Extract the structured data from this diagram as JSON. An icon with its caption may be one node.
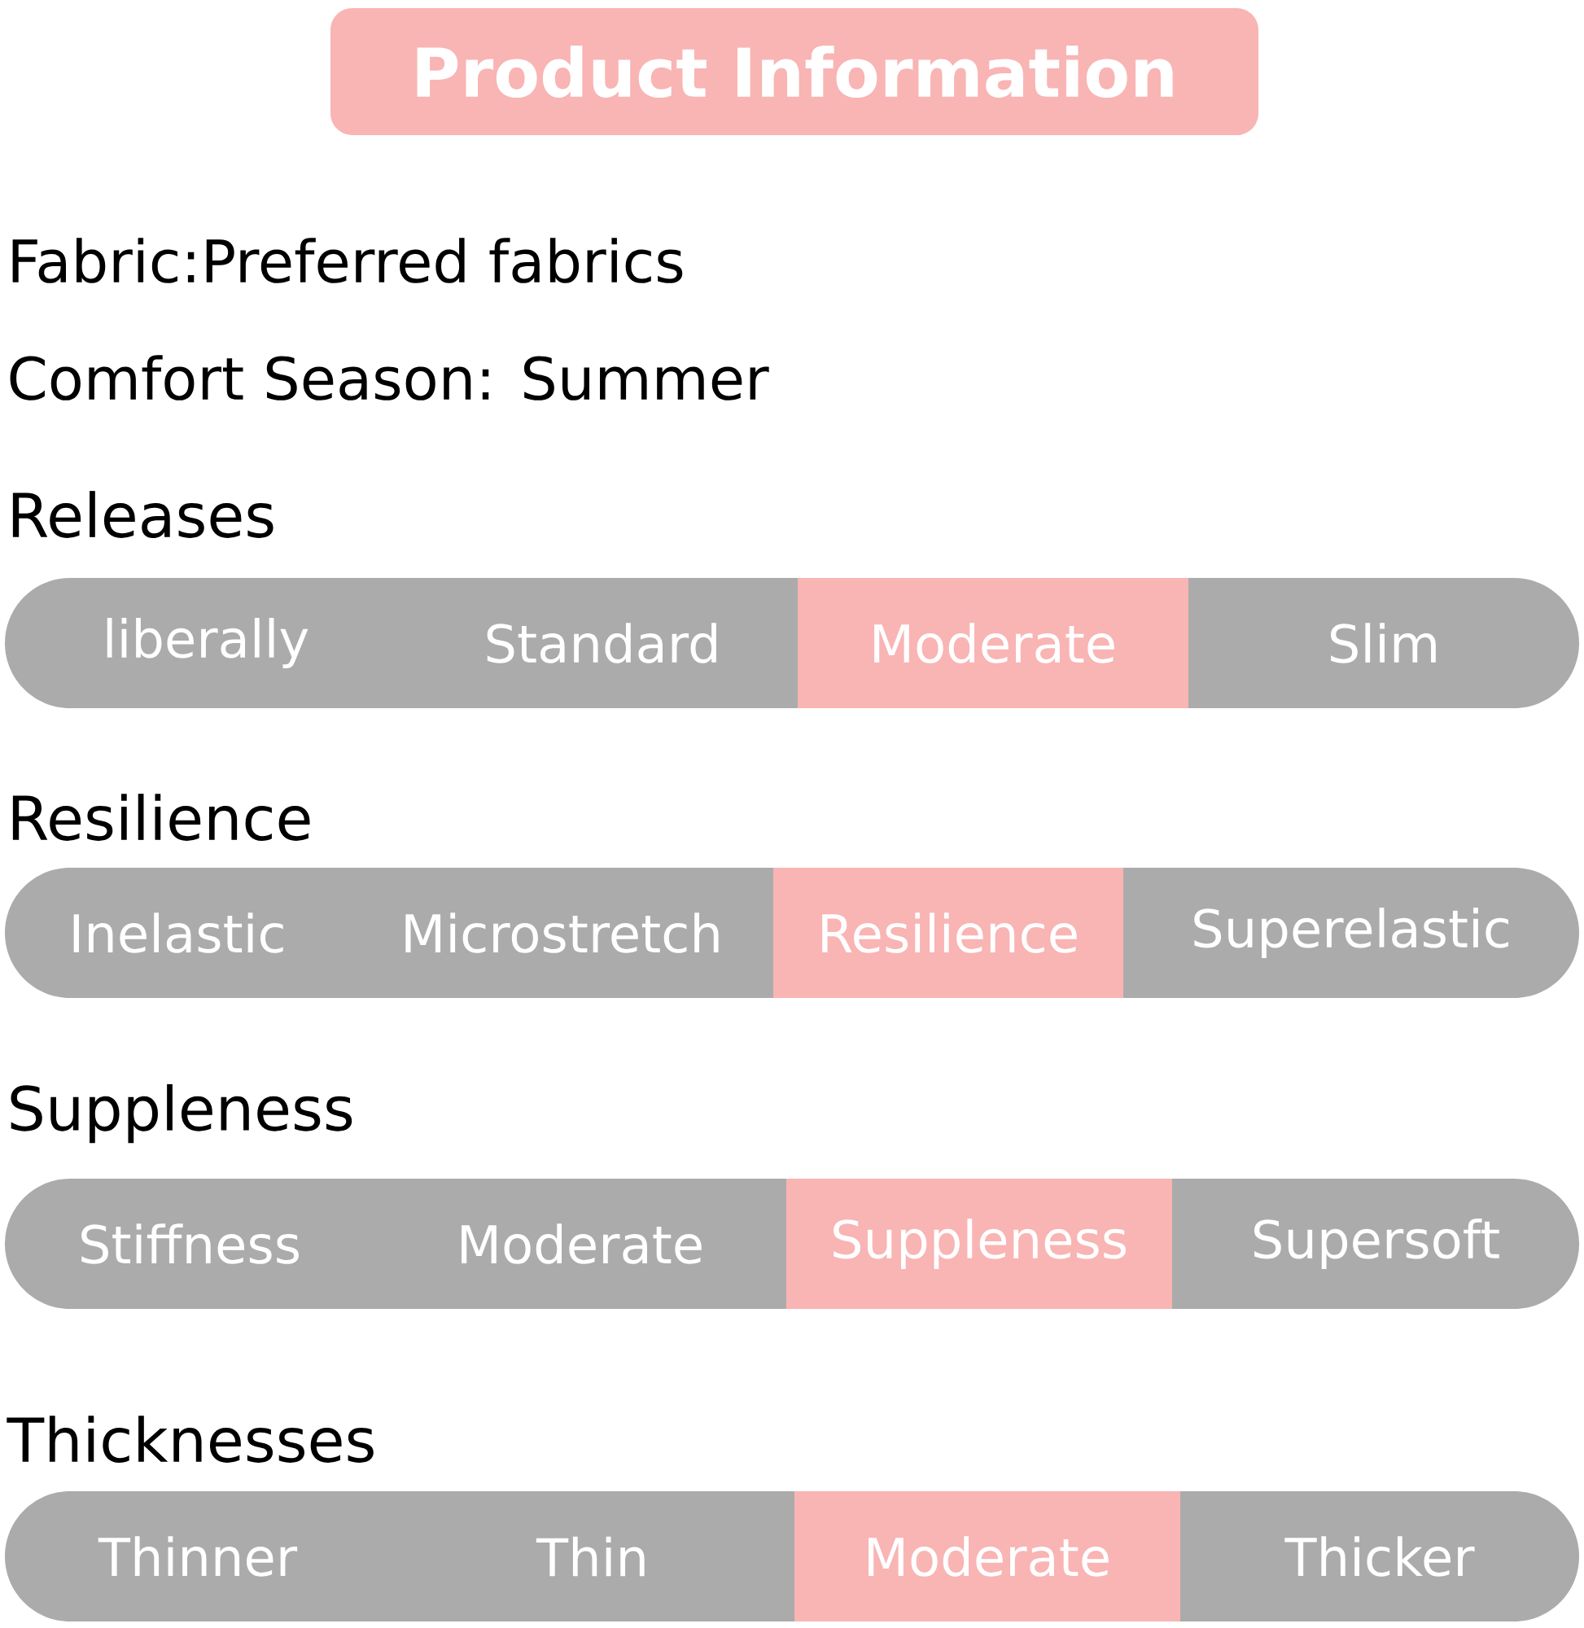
{
  "diagram": {
    "title": "Product Information",
    "nodes": [
      {
        "text": [
          "Releases"
        ]
      },
      {
        "text": [
          "liberally"
        ],
        "in": 0
      },
      {
        "text": [
          "Standard"
        ],
        "in": 0
      },
      {
        "text": [
          "Moderate"
        ],
        "in": 0
      },
      {
        "text": [
          "Slim"
        ],
        "in": 0
      },
      {
        "text": [
          "Resilience"
        ]
      },
      {
        "text": [
          "Inelastic"
        ],
        "in": 5
      },
      {
        "text": [
          "Microstretch"
        ],
        "in": 5
      },
      {
        "text": [
          "Resilience"
        ],
        "in": 5
      },
      {
        "text": [
          "Superelastic"
        ],
        "in": 5
      },
      {
        "text": [
          "Suppleness"
        ]
      },
      {
        "text": [
          "Stiffness"
        ],
        "in": 10
      },
      {
        "text": [
          "Moderate"
        ],
        "in": 10
      },
      {
        "text": [
          "Suppleness"
        ],
        "in": 10
      },
      {
        "text": [
          "Supersoft"
        ],
        "in": 10
      },
      {
        "text": [
          "Thicknesses"
        ]
      },
      {
        "text": [
          "Thinner"
        ],
        "in": 15
      },
      {
        "text": [
          "Thin"
        ],
        "in": 15
      },
      {
        "text": [
          "Moderate"
        ],
        "in": 15
      },
      {
        "text": [
          "Thicker"
        ],
        "in": 15
      }
    ],
    "labels": [
      "Fabric:Preferred fabrics",
      "Comfort Season: Summer"
    ]
  }
}
